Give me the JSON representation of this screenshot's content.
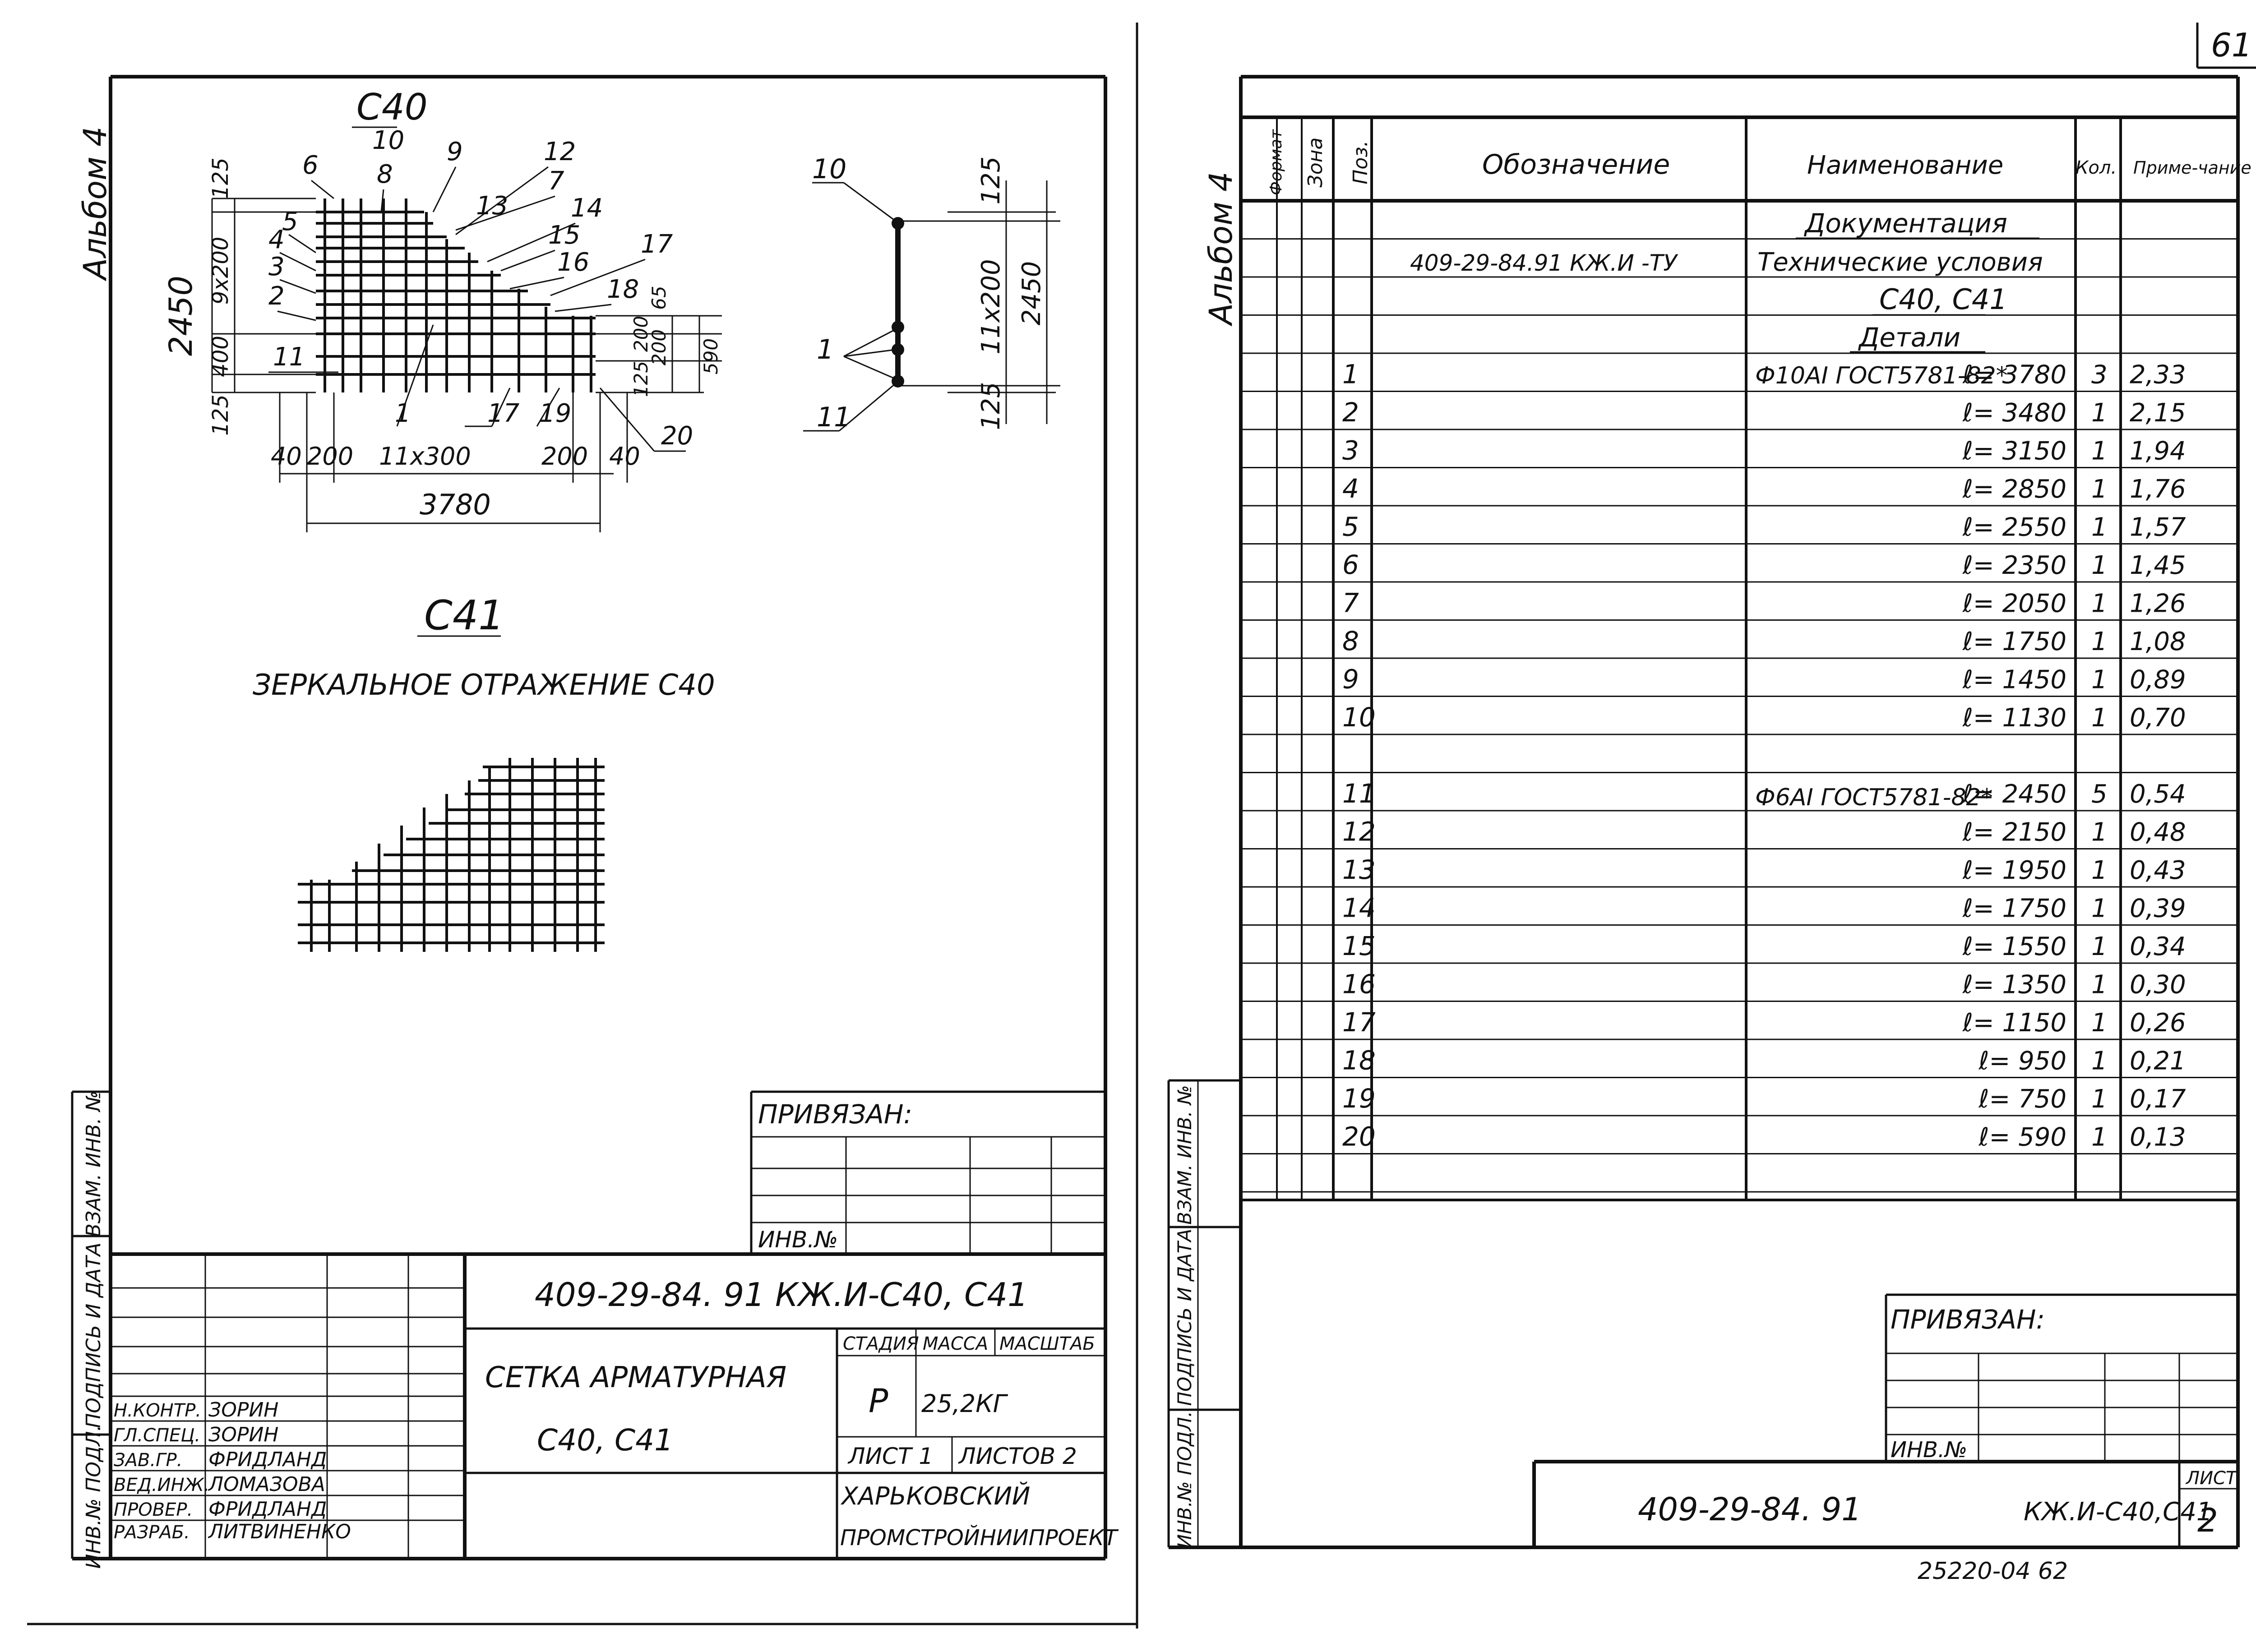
{
  "page_number": "61",
  "left_sheet": {
    "album_label": "Альбом 4",
    "drawing_c40": {
      "title": "С40",
      "labels": [
        "10",
        "8",
        "6",
        "9",
        "12",
        "13",
        "14",
        "7",
        "15",
        "16",
        "17",
        "5",
        "4",
        "3",
        "2",
        "11",
        "1",
        "17",
        "19",
        "18",
        "20"
      ],
      "dims": {
        "h_total": "2450",
        "h_top": "125",
        "h_mid": "9x200",
        "h_bot": "400",
        "h_bot2": "125",
        "r65": "65",
        "r200": "200",
        "r590": "590",
        "r125": "125",
        "r200b": "200",
        "b40a": "40",
        "b200a": "200",
        "b11x300": "11x300",
        "b200b": "200",
        "b40b": "40",
        "b3780": "3780"
      }
    },
    "drawing_side": {
      "labels": [
        "10",
        "1",
        "11"
      ],
      "dims": {
        "d125a": "125",
        "d11x200": "11x200",
        "d2450": "2450",
        "d125b": "125"
      }
    },
    "c41_title": "С41",
    "c41_caption": "ЗЕРКАЛЬНОЕ ОТРАЖЕНИЕ С40",
    "stamp": {
      "privyazan": "ПРИВЯЗАН:",
      "inv_no": "ИНВ.№",
      "doc_code": "409-29-84. 91  КЖ.И-С40, С41",
      "title_line1": "СЕТКА АРМАТУРНАЯ",
      "title_line2": "С40, С41",
      "col_stage": "СТАДИЯ",
      "col_mass": "МАССА",
      "col_scale": "МАСШТАБ",
      "stage": "Р",
      "mass": "25,2КГ",
      "sheet": "ЛИСТ 1",
      "sheets": "ЛИСТОВ 2",
      "org_line1": "ХАРЬКОВСКИЙ",
      "org_line2": "ПРОМСТРОЙНИИПРОЕКТ",
      "roles": [
        {
          "role": "Н.КОНТР.",
          "name": "ЗОРИН"
        },
        {
          "role": "ГЛ.СПЕЦ.",
          "name": "ЗОРИН"
        },
        {
          "role": "ЗАВ.ГР.",
          "name": "ФРИДЛАНД"
        },
        {
          "role": "ВЕД.ИНЖ.",
          "name": "ЛОМАЗОВА"
        },
        {
          "role": "ПРОВЕР.",
          "name": "ФРИДЛАНД"
        },
        {
          "role": "РАЗРАБ.",
          "name": "ЛИТВИНЕНКО"
        }
      ]
    },
    "side_labels": [
      "ВЗАМ. ИНВ. №",
      "ПОДПИСЬ И ДАТА",
      "ИНВ.№ ПОДЛ."
    ]
  },
  "right_sheet": {
    "album_label": "Альбом 4",
    "headers": {
      "format": "Формат",
      "zone": "Зона",
      "pos": "Поз.",
      "designation": "Обозначение",
      "name": "Наименование",
      "qty": "Кол.",
      "note": "Приме-чание"
    },
    "doc_section": "Документация",
    "doc_designation": "409-29-84.91 КЖ.И -ТУ",
    "doc_name": "Технические условия",
    "group_title": "С40, С41",
    "details_title": "Детали",
    "group1": "Ф10АI ГОСТ5781-82*",
    "group2": "Ф6АI ГОСТ5781-82*",
    "rows": [
      {
        "pos": "1",
        "name": "ℓ= 3780",
        "qty": "3",
        "note": "2,33"
      },
      {
        "pos": "2",
        "name": "ℓ= 3480",
        "qty": "1",
        "note": "2,15"
      },
      {
        "pos": "3",
        "name": "ℓ= 3150",
        "qty": "1",
        "note": "1,94"
      },
      {
        "pos": "4",
        "name": "ℓ= 2850",
        "qty": "1",
        "note": "1,76"
      },
      {
        "pos": "5",
        "name": "ℓ= 2550",
        "qty": "1",
        "note": "1,57"
      },
      {
        "pos": "6",
        "name": "ℓ= 2350",
        "qty": "1",
        "note": "1,45"
      },
      {
        "pos": "7",
        "name": "ℓ= 2050",
        "qty": "1",
        "note": "1,26"
      },
      {
        "pos": "8",
        "name": "ℓ= 1750",
        "qty": "1",
        "note": "1,08"
      },
      {
        "pos": "9",
        "name": "ℓ= 1450",
        "qty": "1",
        "note": "0,89"
      },
      {
        "pos": "10",
        "name": "ℓ= 1130",
        "qty": "1",
        "note": "0,70"
      },
      {
        "pos": "11",
        "name": "ℓ= 2450",
        "qty": "5",
        "note": "0,54"
      },
      {
        "pos": "12",
        "name": "ℓ= 2150",
        "qty": "1",
        "note": "0,48"
      },
      {
        "pos": "13",
        "name": "ℓ= 1950",
        "qty": "1",
        "note": "0,43"
      },
      {
        "pos": "14",
        "name": "ℓ= 1750",
        "qty": "1",
        "note": "0,39"
      },
      {
        "pos": "15",
        "name": "ℓ= 1550",
        "qty": "1",
        "note": "0,34"
      },
      {
        "pos": "16",
        "name": "ℓ= 1350",
        "qty": "1",
        "note": "0,30"
      },
      {
        "pos": "17",
        "name": "ℓ= 1150",
        "qty": "1",
        "note": "0,26"
      },
      {
        "pos": "18",
        "name": "ℓ= 950",
        "qty": "1",
        "note": "0,21"
      },
      {
        "pos": "19",
        "name": "ℓ= 750",
        "qty": "1",
        "note": "0,17"
      },
      {
        "pos": "20",
        "name": "ℓ= 590",
        "qty": "1",
        "note": "0,13"
      }
    ],
    "stamp": {
      "privyazan": "ПРИВЯЗАН:",
      "inv_no": "ИНВ.№",
      "doc_code": "409-29-84. 91",
      "doc_suffix": "КЖ.И-С40,С41",
      "sheet_label": "ЛИСТ",
      "sheet_no": "2"
    },
    "footer": "25220-04   62",
    "side_labels": [
      "ВЗАМ. ИНВ. №",
      "ПОДПИСЬ И ДАТА",
      "ИНВ.№ ПОДЛ."
    ]
  }
}
